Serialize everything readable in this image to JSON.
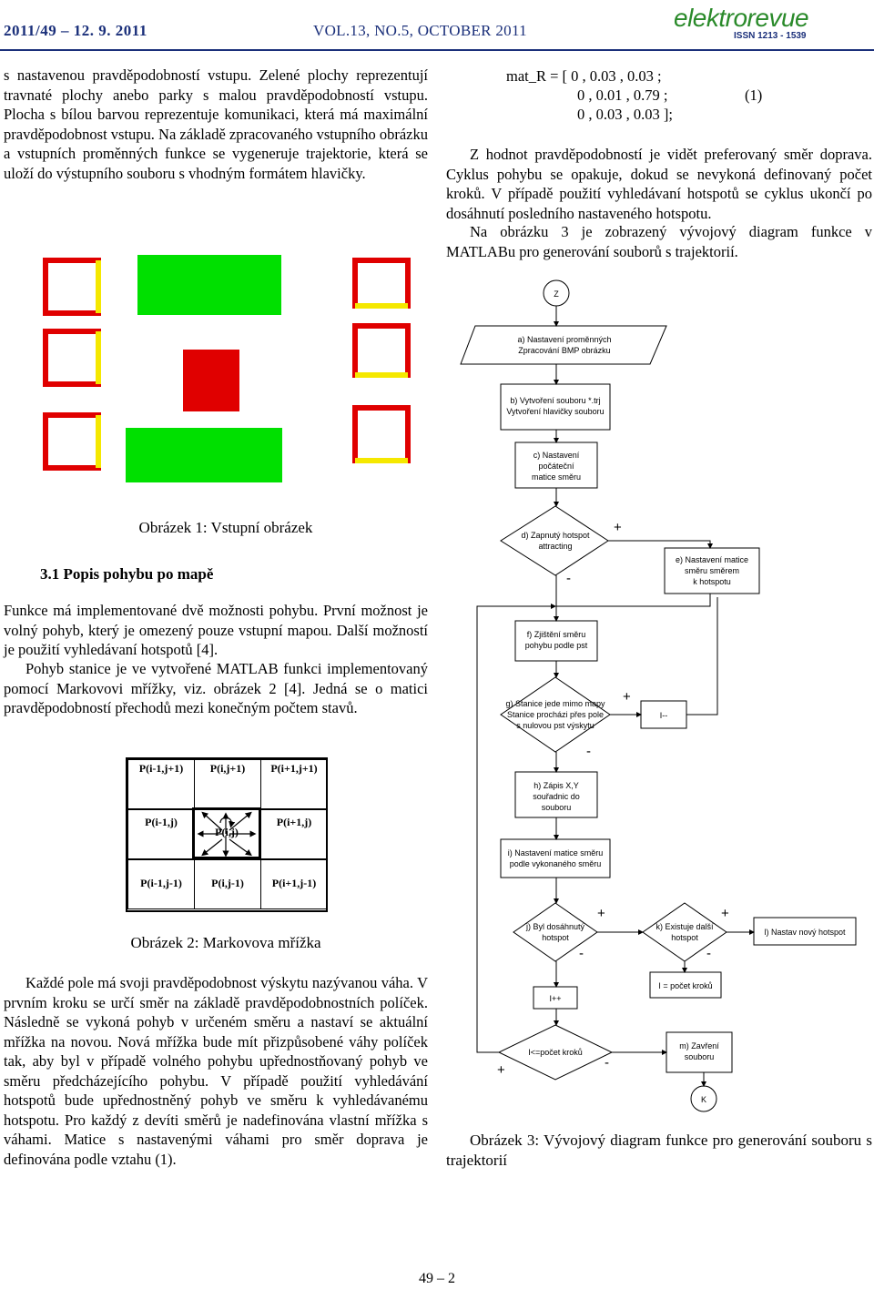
{
  "header": {
    "issue": "2011/49 – 12. 9. 2011",
    "volume": "VOL.13, NO.5, OCTOBER 2011",
    "brand": "elektrorevue",
    "issn": "ISSN 1213 - 1539",
    "brand_color": "#2a8a2a",
    "accent_color": "#1a2f7a"
  },
  "left_column": {
    "intro_paragraph": "s nastavenou pravděpodobností vstupu. Zelené plochy reprezentují travnaté plochy anebo parky s malou pravděpodobností vstupu. Plocha s bílou barvou reprezentuje komunikaci, která má maximální pravděpodobnost vstupu. Na základě zpracovaného vstupního obrázku a vstupních proměnných funkce se vygeneruje trajektorie, která se uloží do výstupního souboru s vhodným formátem hlavičky.",
    "figure1_caption": "Obrázek 1: Vstupní obrázek",
    "section_title": "3.1 Popis pohybu po mapě",
    "section_paragraph_1": "Funkce má implementované dvě možnosti pohybu. První možnost je volný pohyb, který je omezený pouze vstupní mapou. Další možností je použití vyhledávaní hotspotů [4].",
    "section_paragraph_2": "Pohyb stanice je ve vytvořené MATLAB funkci implementovaný pomocí Markovovi mřížky, viz. obrázek 2 [4]. Jedná se o matici pravděpodobností přechodů mezi konečným počtem stavů.",
    "figure2_caption": "Obrázek 2: Markovova mřížka",
    "closing_paragraph": "Každé pole má svoji pravděpodobnost výskytu nazývanou váha. V prvním kroku se určí směr na základě pravděpodobnostních políček. Následně se vykoná pohyb v určeném směru a nastaví se aktuální mřížka na novou. Nová mřížka bude mít přizpůsobené váhy políček tak, aby byl v případě volného pohybu upřednostňovaný pohyb ve směru předcházejícího pohybu. V případě použití vyhledávání hotspotů bude upřednostněný pohyb ve směru k vyhledávanému hotspotu. Pro každý z devíti směrů je nadefinována vlastní mřížka s váhami. Matice s nastavenými váhami pro směr doprava je definována podle vztahu (1).",
    "input_image_colors": {
      "frame_red": "#e00000",
      "frame_yellow": "#f5e800",
      "park_green": "#00e000",
      "block_red": "#e00000"
    }
  },
  "markov_grid": {
    "cells": [
      "P(i-1,j+1)",
      "P(i,j+1)",
      "P(i+1,j+1)",
      "P(i-1,j)",
      "P(i,j)",
      "P(i+1,j)",
      "P(i-1,j-1)",
      "P(i,j-1)",
      "P(i+1,j-1)"
    ]
  },
  "right_column": {
    "equation_line1": "mat_R = [ 0 , 0.03 , 0.03 ;",
    "equation_line2": "0 , 0.01 , 0.79 ;",
    "equation_line3": "0 , 0.03 , 0.03 ];",
    "equation_number": "(1)",
    "paragraph_1": "Z hodnot pravděpodobností je vidět preferovaný směr doprava. Cyklus pohybu se opakuje, dokud se nevykoná definovaný počet kroků. V případě použití vyhledávaní hotspotů se cyklus ukončí po dosáhnutí posledního nastaveného hotspotu.",
    "paragraph_2": "Na obrázku 3 je zobrazený vývojový diagram funkce v MATLABu pro generování souborů s trajektorií.",
    "figure3_caption": "Obrázek 3: Vývojový diagram funkce pro generování souboru s trajektorií"
  },
  "flowchart": {
    "start": "Z",
    "end": "K",
    "a1": "a) Nastavení proměnných",
    "a2": "Zpracování BMP obrázku",
    "b1": "b) Vytvoření souboru *.trj",
    "b2": "Vytvoření hlavičky souboru",
    "c1": "c) Nastavení",
    "c2": "počáteční",
    "c3": "matice směru",
    "d1": "d) Zapnutý hotspot",
    "d2": "attracting",
    "e1": "e) Nastavení matice",
    "e2": "směru směrem",
    "e3": "k hotspotu",
    "f1": "f) Zjištění směru",
    "f2": "pohybu podle pst",
    "g1": "g) Stanice jede mimo mapy",
    "g2": "Stanice procházi přes pole",
    "g3": "s nulovou pst výskytu",
    "g_no": "I--",
    "h1": "h) Zápis X,Y",
    "h2": "souřadnic do",
    "h3": "souboru",
    "i1": "i) Nastavení matice směru",
    "i2": "podle vykonaného směru",
    "j1": "j) Byl dosáhnutý",
    "j2": "hotspot",
    "k1": "k) Existuje další",
    "k2": "hotspot",
    "l1": "l) Nastav nový hotspot",
    "reset": "I = počet kroků",
    "inc": "I++",
    "m_cond": "I<=počet kroků",
    "m1": "m) Zavření",
    "m2": "souboru",
    "plus": "+",
    "minus": "-"
  },
  "footer": {
    "page_number": "49 – 2"
  }
}
